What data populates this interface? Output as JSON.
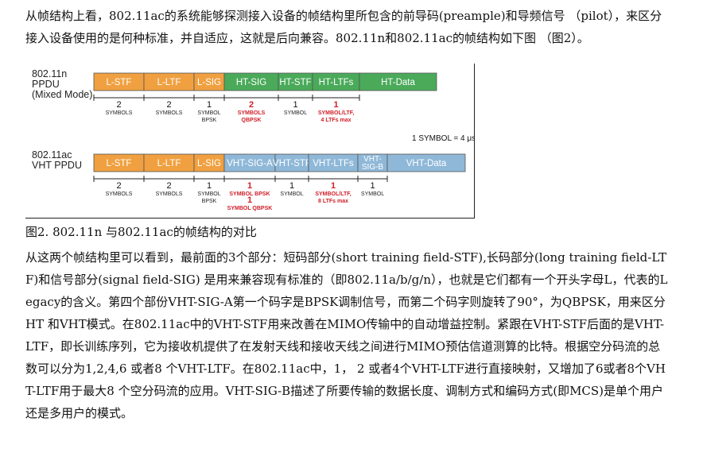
{
  "intro": "从帧结构上看，802.11ac的系统能够探测接入设备的帧结构里所包含的前导码(preample)和导频信号 （pilot），来区分接入设备使用的是何种标准，并自适应，这就是后向兼容。802.11n和802.11ac的帧结构如下图 （图2）。",
  "figure": {
    "colors": {
      "legacy": "#f0a040",
      "ht": "#4aaa5a",
      "vht": "#8fb8d8",
      "highlight": "#d0202a"
    },
    "note": "1 SYMBOL = 4 μs",
    "rows": [
      {
        "label": [
          "802.11n",
          "PPDU",
          "(Mixed Mode)"
        ],
        "fields": [
          {
            "name": [
              "L-STF"
            ],
            "kind": "legacy",
            "num": "2",
            "sub": [
              "SYMBOLS"
            ],
            "red": false
          },
          {
            "name": [
              "L-LTF"
            ],
            "kind": "legacy",
            "num": "2",
            "sub": [
              "SYMBOLS"
            ],
            "red": false
          },
          {
            "name": [
              "L-SIG"
            ],
            "kind": "legacy",
            "num": "1",
            "sub": [
              "SYMBOL",
              "BPSK"
            ],
            "red": false
          },
          {
            "name": [
              "HT-SIG"
            ],
            "kind": "ht",
            "num": "2",
            "sub": [
              "SYMBOLS",
              "QBPSK"
            ],
            "red": true
          },
          {
            "name": [
              "HT-STF"
            ],
            "kind": "ht",
            "num": "1",
            "sub": [
              "SYMBOL"
            ],
            "red": false
          },
          {
            "name": [
              "HT-LTFs"
            ],
            "kind": "ht",
            "num": "1",
            "sub": [
              "SYMBOL/LTF,",
              "4 LTFs max"
            ],
            "red": true
          },
          {
            "name": [
              "HT-Data"
            ],
            "kind": "ht",
            "num": "",
            "sub": [],
            "red": false
          }
        ]
      },
      {
        "label": [
          "802.11ac",
          "VHT PPDU"
        ],
        "fields": [
          {
            "name": [
              "L-STF"
            ],
            "kind": "legacy",
            "num": "2",
            "sub": [
              "SYMBOLS"
            ],
            "red": false
          },
          {
            "name": [
              "L-LTF"
            ],
            "kind": "legacy",
            "num": "2",
            "sub": [
              "SYMBOLS"
            ],
            "red": false
          },
          {
            "name": [
              "L-SIG"
            ],
            "kind": "legacy",
            "num": "1",
            "sub": [
              "SYMBOL",
              "BPSK"
            ],
            "red": false
          },
          {
            "name": [
              "VHT-SIG-A"
            ],
            "kind": "vht",
            "num": "1",
            "sub": [
              "SYMBOL BPSK",
              "1",
              "SYMBOL QBPSK"
            ],
            "red": true
          },
          {
            "name": [
              "VHT-STF"
            ],
            "kind": "vht",
            "num": "1",
            "sub": [
              "SYMBOL"
            ],
            "red": false
          },
          {
            "name": [
              "VHT-LTFs"
            ],
            "kind": "vht",
            "num": "1",
            "sub": [
              "SYMBOL/LTF,",
              "8 LTFs max"
            ],
            "red": true
          },
          {
            "name": [
              "VHT-",
              "SIG-B"
            ],
            "kind": "vht",
            "num": "1",
            "sub": [
              "SYMBOL"
            ],
            "red": false
          },
          {
            "name": [
              "VHT-Data"
            ],
            "kind": "vht",
            "num": "",
            "sub": [],
            "red": false
          }
        ]
      }
    ]
  },
  "caption": "图2. 802.11n 与802.11ac的帧结构的对比",
  "body": "从这两个帧结构里可以看到，最前面的3个部分：短码部分(short training field-STF),长码部分(long training field-LTF)和信号部分(signal field-SIG) 是用来兼容现有标准的（即802.11a/b/g/n），也就是它们都有一个开头字母L，代表的Legacy的含义。第四个部份VHT-SIG-A第一个码字是BPSK调制信号，而第二个码字则旋转了90°，为QBPSK，用来区分HT 和VHT模式。在802.11ac中的VHT-STF用来改善在MIMO传输中的自动增益控制。紧跟在VHT-STF后面的是VHT-LTF，即长训练序列，它为接收机提供了在发射天线和接收天线之间进行MIMO预估信道测算的比特。根据空分码流的总数可以分为1,2,4,6 或者8 个VHT-LTF。在802.11ac中，1， 2 或者4个VHT-LTF进行直接映射，又增加了6或者8个VHT-LTF用于最大8 个空分码流的应用。VHT-SIG-B描述了所要传输的数据长度、调制方式和编码方式(即MCS)是单个用户还是多用户的模式。"
}
